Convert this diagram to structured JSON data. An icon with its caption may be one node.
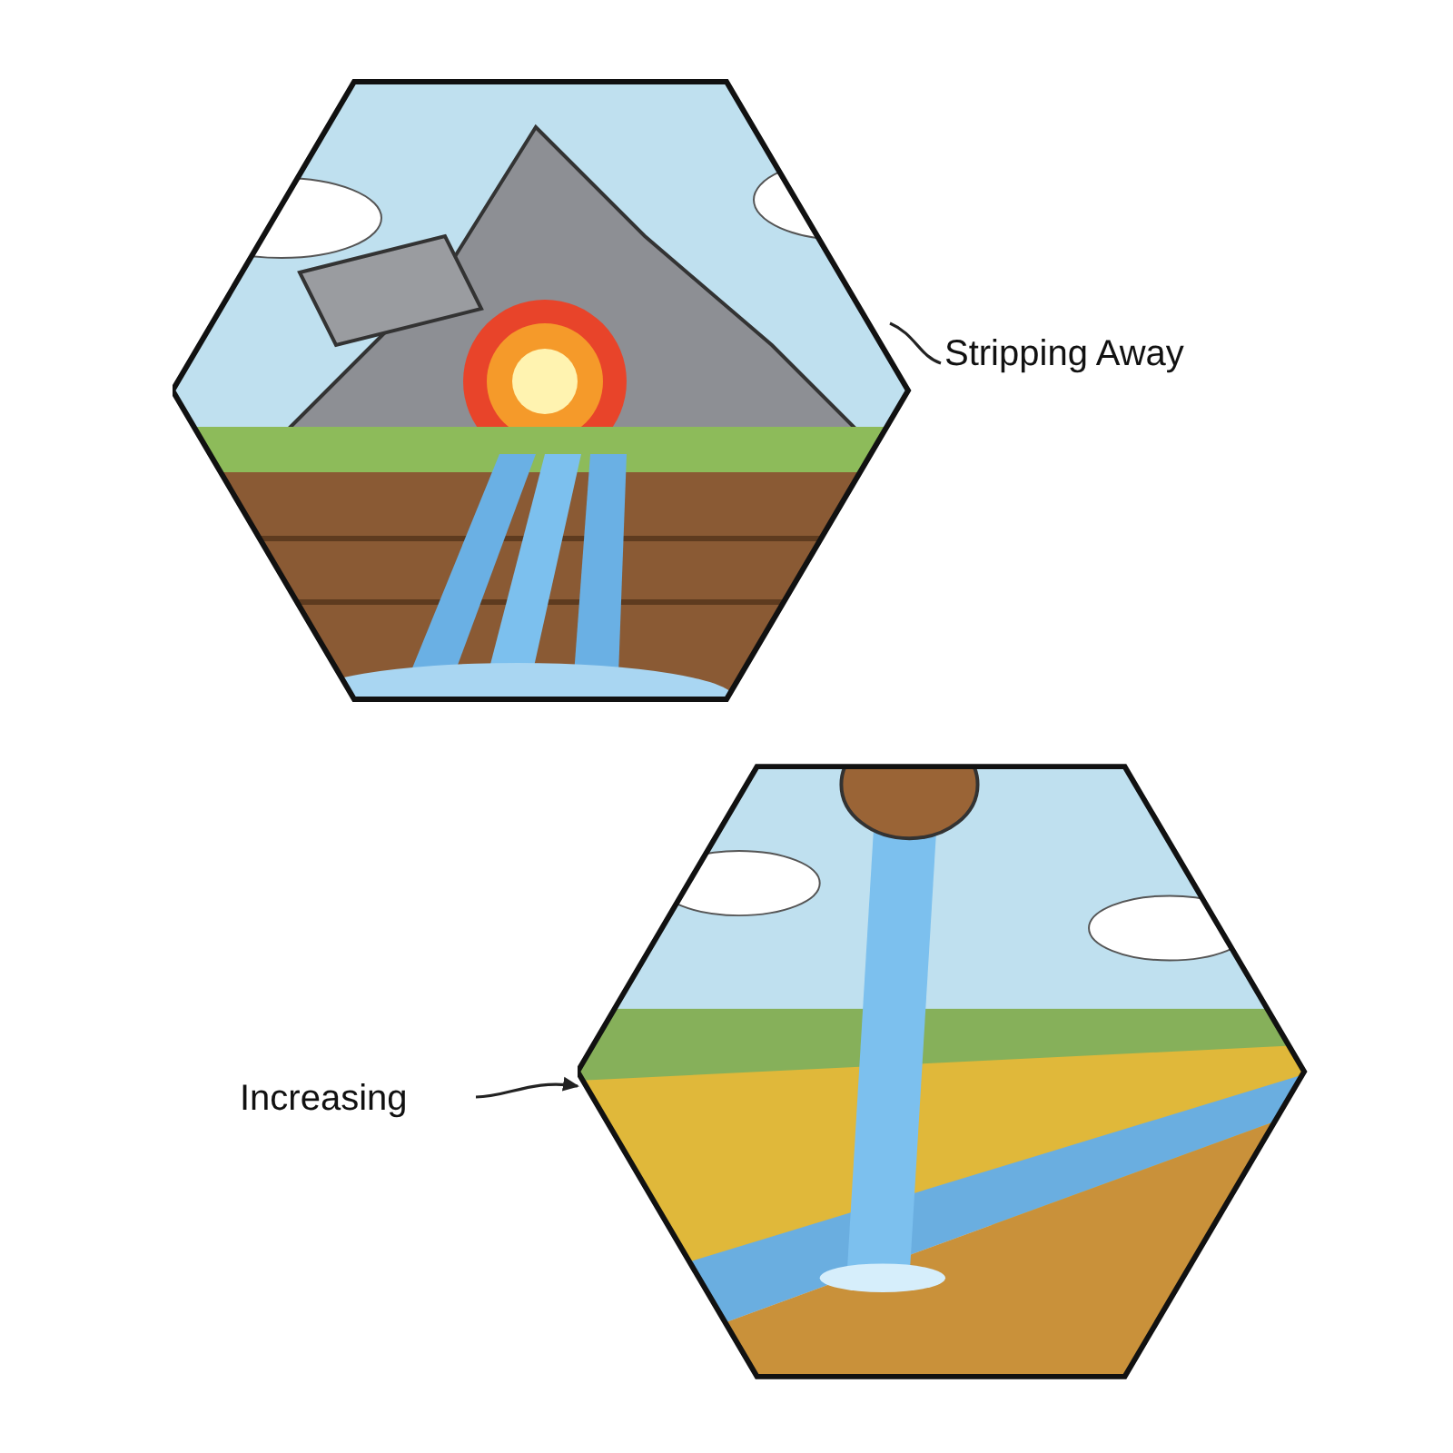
{
  "diagram": {
    "nodes": [
      {
        "text": [],
        "shape": "picture"
      },
      {
        "text": [
          "Stripping Away"
        ]
      },
      {
        "text": [],
        "shape": "picture"
      },
      {
        "text": [
          "Increasing"
        ]
      }
    ],
    "edges": [
      {
        "from": 1,
        "to": 0,
        "arrow": "none"
      },
      {
        "from": 3,
        "to": 2,
        "arrow": "to"
      }
    ]
  }
}
